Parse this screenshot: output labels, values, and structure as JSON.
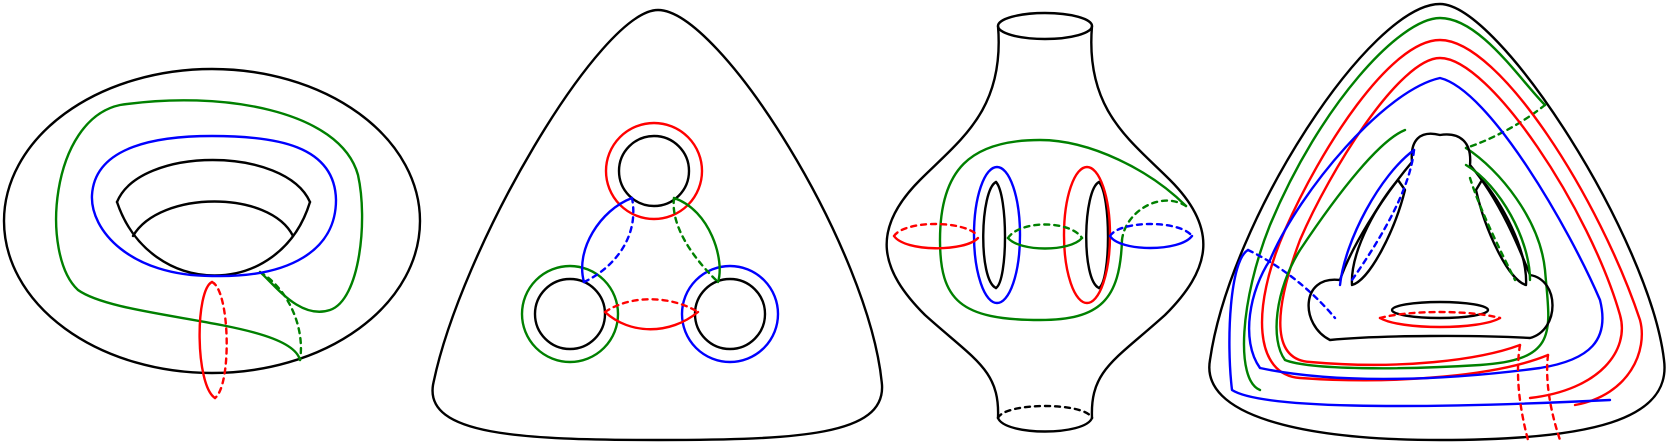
{
  "colors": {
    "outline": "#000000",
    "red": "#ff0000",
    "green": "#008000",
    "blue": "#0000ff",
    "background": "#ffffff"
  },
  "figures": [
    {
      "name": "torus-with-curves",
      "curve_colors": [
        "green",
        "blue",
        "red"
      ]
    },
    {
      "name": "three-holed-surface-with-curves",
      "curve_colors": [
        "red",
        "green",
        "blue"
      ]
    },
    {
      "name": "genus-two-cylinder-with-curves",
      "curve_colors": [
        "green",
        "blue",
        "red"
      ]
    },
    {
      "name": "triangular-surface-with-nested-curves",
      "curve_colors": [
        "green",
        "red",
        "blue"
      ]
    }
  ]
}
